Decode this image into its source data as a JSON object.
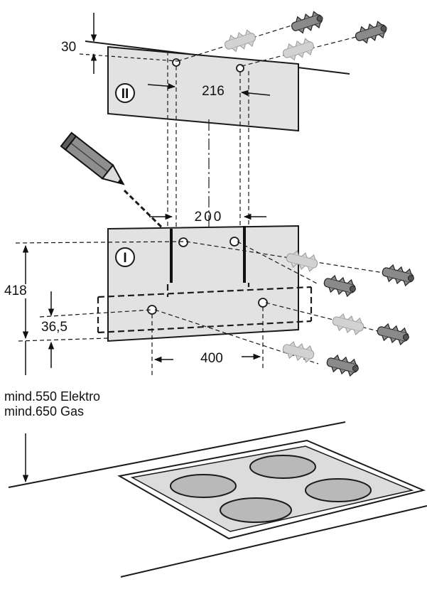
{
  "dimensions": {
    "bracket_top_offset": "30",
    "upper_hole_spacing": "216",
    "bracket_slot_spacing": "200",
    "height_418": "418",
    "lower_offset": "36,5",
    "lower_hole_spacing": "400"
  },
  "bracket_labels": {
    "upper": "II",
    "lower": "I"
  },
  "min_distance": {
    "electric": "mind.550 Elektro",
    "gas": "mind.650 Gas"
  },
  "colors": {
    "plate": "#e2e2e2",
    "stroke": "#1a1a1a",
    "burner": "#b9b9b9"
  }
}
